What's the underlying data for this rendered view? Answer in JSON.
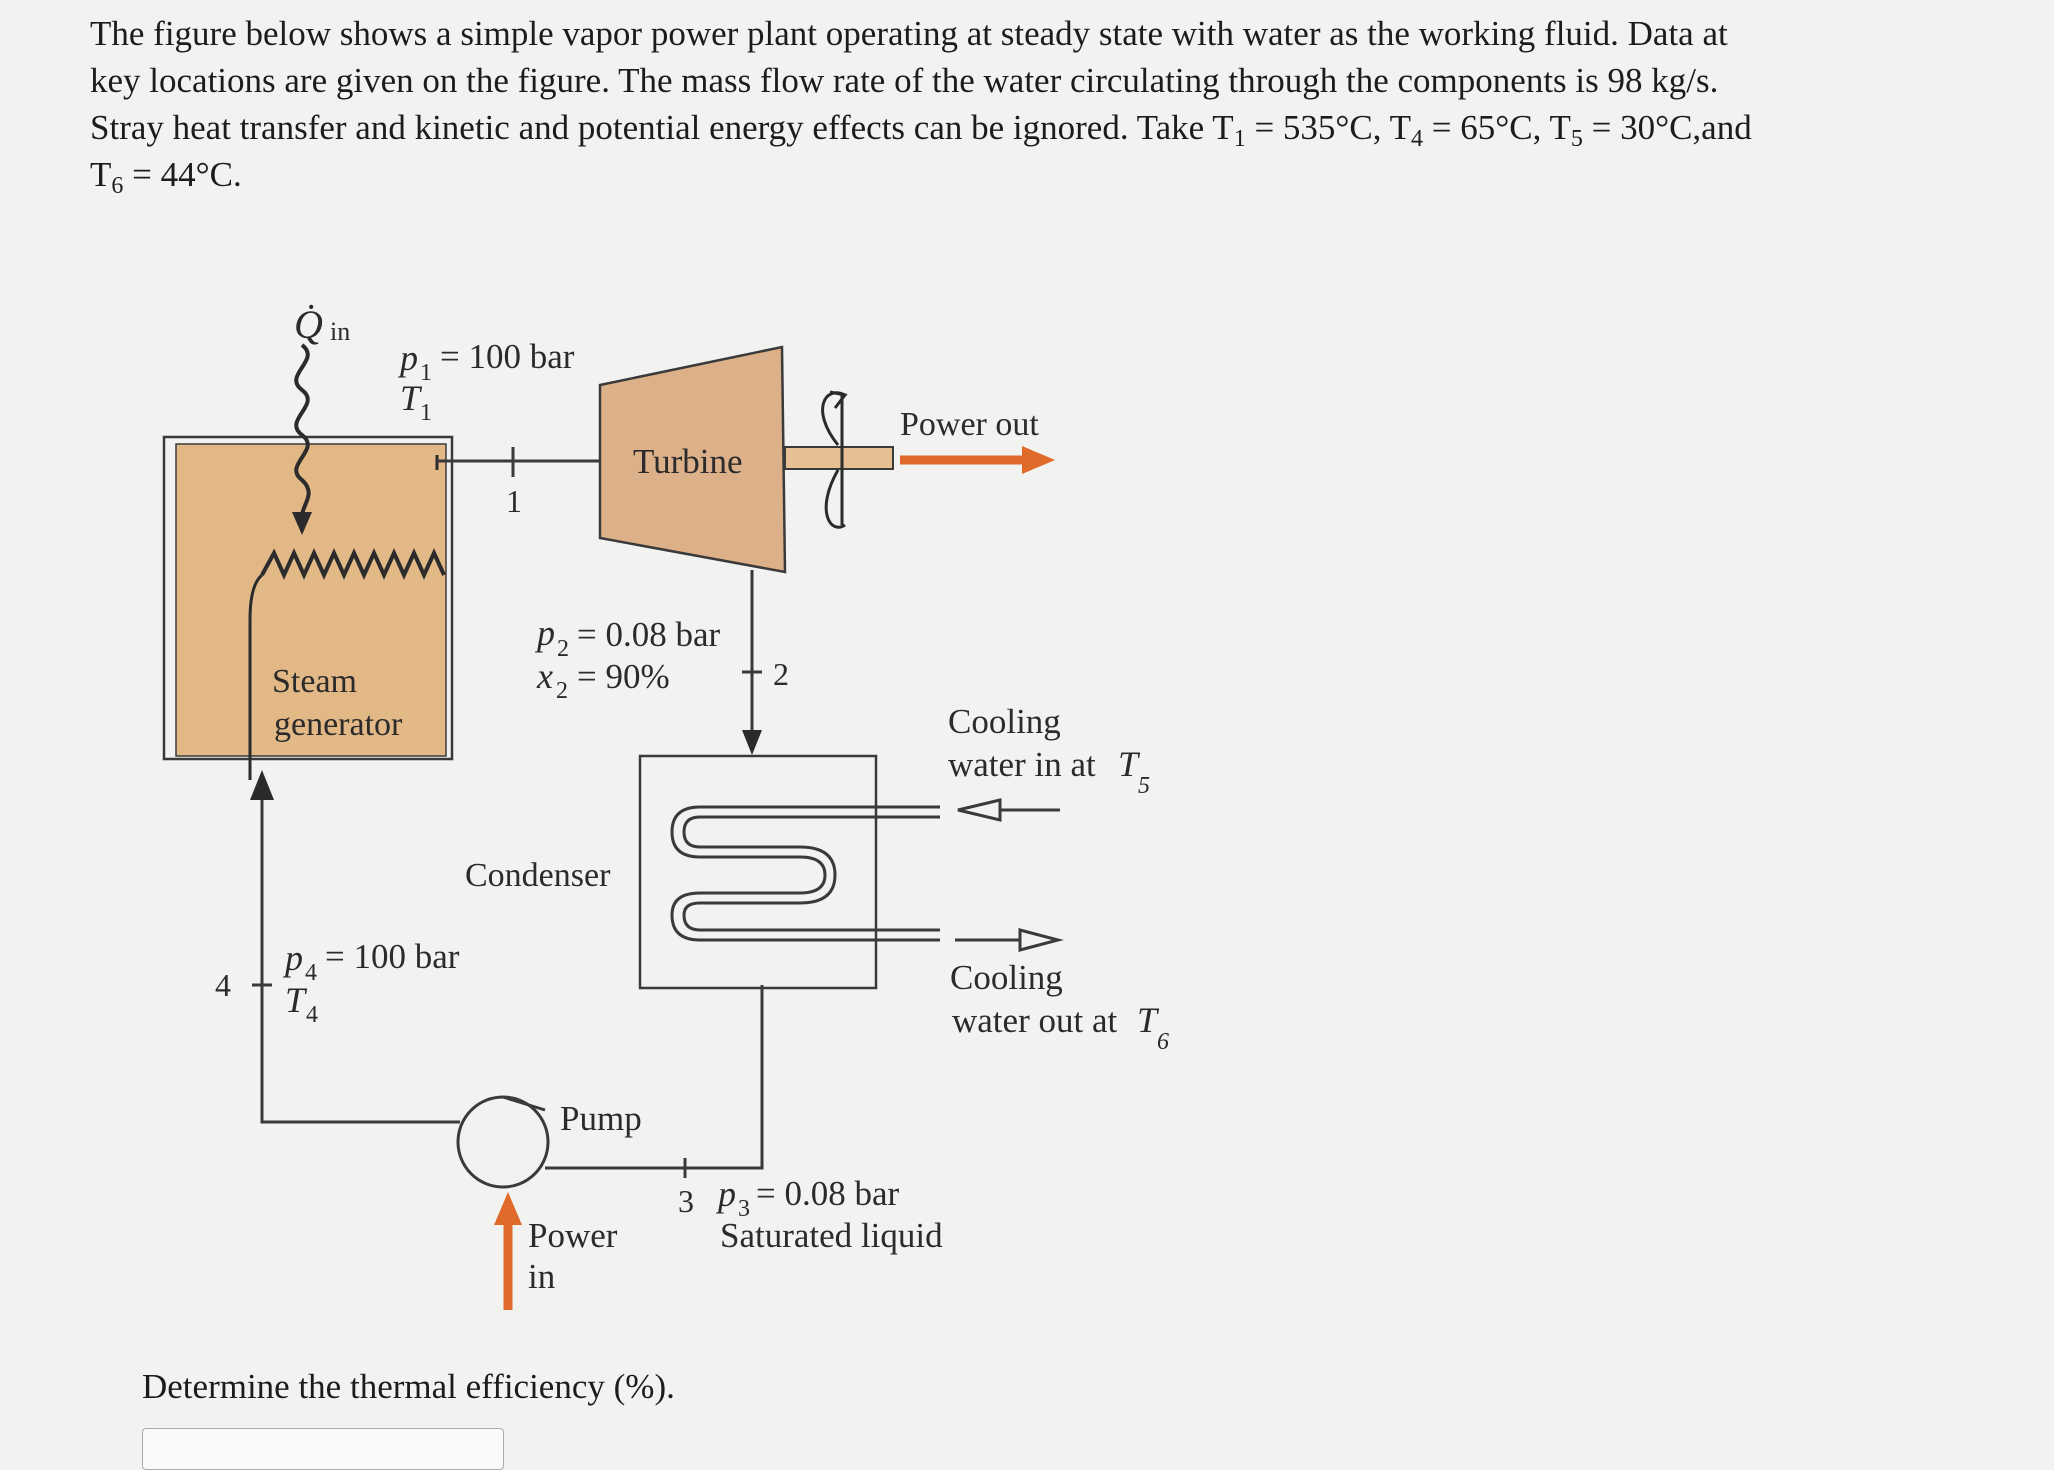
{
  "problem": {
    "line1": "The figure below shows a simple vapor power plant operating at steady state with water as the working fluid. Data at",
    "line2": "key locations are given on the figure. The mass flow rate of the water circulating through the components is 98 kg/s.",
    "line3_a": "Stray heat transfer and kinetic and potential energy effects can be ignored. Take T",
    "line3_s1": "1",
    "line3_b": " = 535°C, T",
    "line3_s4": "4",
    "line3_c": " = 65°C, T",
    "line3_s5": "5",
    "line3_d": " = 30°C,and",
    "line4_a": "T",
    "line4_s6": "6",
    "line4_b": " = 44°C."
  },
  "diagram": {
    "q_in_symbol": "Q̇",
    "q_in_sub": "in",
    "state1_p": "= 100 bar",
    "state1_p_var": "p",
    "state1_p_sub": "1",
    "state1_t_var": "T",
    "state1_t_sub": "1",
    "state1_number": "1",
    "turbine_label": "Turbine",
    "power_out_label": "Power out",
    "steam_gen_line1": "Steam",
    "steam_gen_line2": "generator",
    "state2_p_var": "p",
    "state2_p_sub": "2",
    "state2_p": "= 0.08 bar",
    "state2_x_var": "x",
    "state2_x_sub": "2",
    "state2_x": "= 90%",
    "state2_number": "2",
    "cooling_in_line1": "Cooling",
    "cooling_in_line2": "water in at",
    "cooling_in_var": "T",
    "cooling_in_sub": "5",
    "condenser_label": "Condenser",
    "cooling_out_line1": "Cooling",
    "cooling_out_line2": "water out at",
    "cooling_out_var": "T",
    "cooling_out_sub": "6",
    "state4_number": "4",
    "state4_p_var": "p",
    "state4_p_sub": "4",
    "state4_p": "= 100 bar",
    "state4_t_var": "T",
    "state4_t_sub": "4",
    "pump_label": "Pump",
    "power_in_line1": "Power",
    "power_in_line2": "in",
    "state3_number": "3",
    "state3_p_var": "p",
    "state3_p_sub": "3",
    "state3_p": "= 0.08 bar",
    "state3_desc": "Saturated liquid"
  },
  "question": "Determine the thermal efficiency (%).",
  "colors": {
    "steam_generator_fill": "#e3b887",
    "turbine_fill": "#dcb088",
    "arrow_orange": "#e06a2a",
    "line": "#3a3a3a"
  }
}
